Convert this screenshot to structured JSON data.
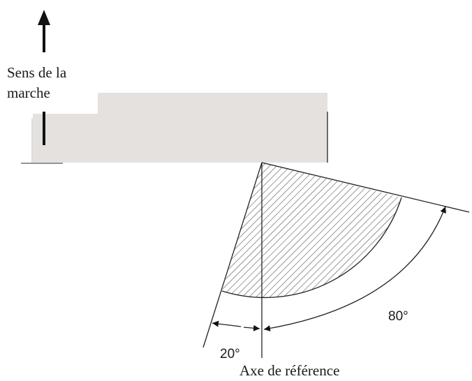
{
  "labels": {
    "direction_line1": "Sens de la",
    "direction_line2": "marche",
    "angle_front": "20°",
    "angle_rear": "80°",
    "reference_axis": "Axe de référence"
  },
  "angles_deg": {
    "front": 20,
    "rear": 80
  },
  "colors": {
    "vehicle_fill": "#e5e1de",
    "line": "#222222",
    "hatch": "#555555",
    "text": "#1a1a1a"
  }
}
